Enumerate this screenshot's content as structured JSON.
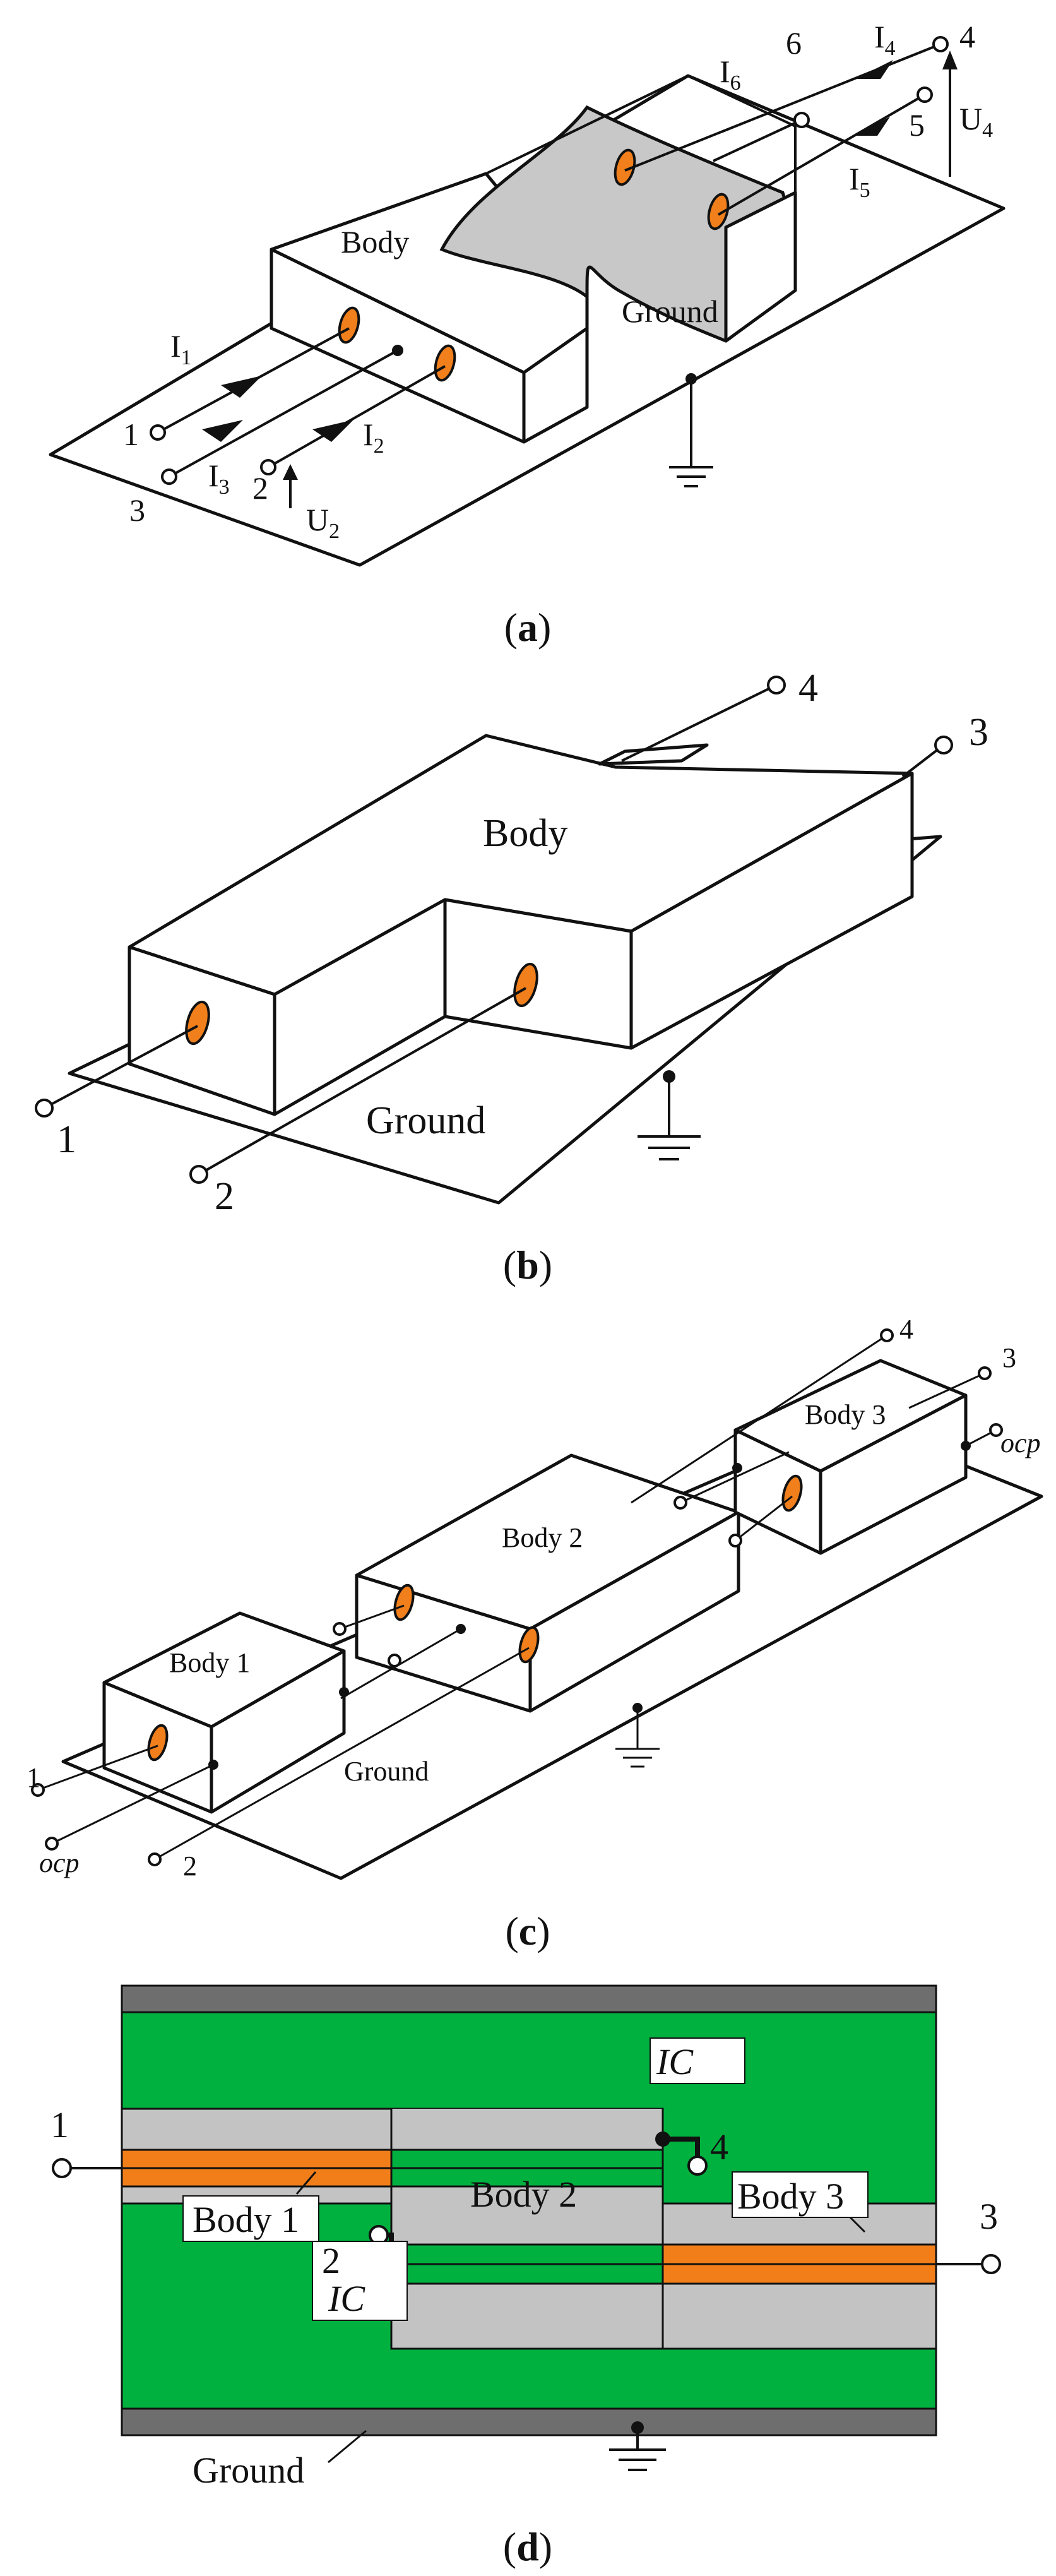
{
  "panel_a": {
    "caption_open": "(",
    "caption_letter": "a",
    "caption_close": ")",
    "body": "Body",
    "ground": "Ground",
    "terminals": [
      "1",
      "2",
      "3",
      "4",
      "5",
      "6"
    ],
    "currents": [
      "I",
      "I",
      "I",
      "I",
      "I",
      "I"
    ],
    "current_subs": [
      "1",
      "2",
      "3",
      "4",
      "5",
      "6"
    ],
    "voltage_u": [
      "U",
      "U"
    ],
    "voltage_subs": [
      "2",
      "4"
    ]
  },
  "panel_b": {
    "caption_open": "(",
    "caption_letter": "b",
    "caption_close": ")",
    "body": "Body",
    "ground": "Ground",
    "terminals": [
      "1",
      "2",
      "3",
      "4"
    ]
  },
  "panel_c": {
    "caption_open": "(",
    "caption_letter": "c",
    "caption_close": ")",
    "bodies": [
      "Body 1",
      "Body 2",
      "Body 3"
    ],
    "ground": "Ground",
    "terminals": [
      "1",
      "2",
      "3",
      "4"
    ],
    "ocp": [
      "ocp",
      "ocp"
    ]
  },
  "panel_d": {
    "caption_open": "(",
    "caption_letter": "d",
    "caption_close": ")",
    "bodies": [
      "Body 1",
      "Body 2",
      "Body 3"
    ],
    "ground": "Ground",
    "terminals": [
      "1",
      "2",
      "3",
      "4"
    ],
    "ic": [
      "IC",
      "IC"
    ],
    "colors": {
      "green": "#00b140",
      "gray": "#c3c3c3",
      "dark": "#6e6e6e",
      "orange": "#f27e1a"
    }
  }
}
